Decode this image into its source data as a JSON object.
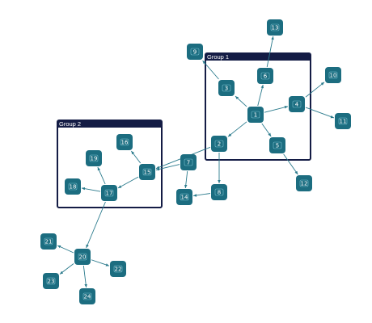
{
  "colors": {
    "node_fill": "#1c6d80",
    "node_stroke": "#8fd3e2",
    "edge": "#2a7a8c",
    "group_border": "#141c45",
    "group_header": "#141c45",
    "group_text": "#ffffff",
    "node_text": "#ffffff"
  },
  "groups": [
    {
      "id": "group-1",
      "title": "Group 1"
    },
    {
      "id": "group-2",
      "title": "Group 2"
    }
  ],
  "nodes": [
    {
      "id": "1",
      "label": "1"
    },
    {
      "id": "2",
      "label": "2"
    },
    {
      "id": "3",
      "label": "3"
    },
    {
      "id": "4",
      "label": "4"
    },
    {
      "id": "5",
      "label": "5"
    },
    {
      "id": "6",
      "label": "6"
    },
    {
      "id": "7",
      "label": "7"
    },
    {
      "id": "8",
      "label": "8"
    },
    {
      "id": "9",
      "label": "9"
    },
    {
      "id": "10",
      "label": "10"
    },
    {
      "id": "11",
      "label": "11"
    },
    {
      "id": "12",
      "label": "12"
    },
    {
      "id": "13",
      "label": "13"
    },
    {
      "id": "14",
      "label": "14"
    },
    {
      "id": "15",
      "label": "15"
    },
    {
      "id": "16",
      "label": "16"
    },
    {
      "id": "17",
      "label": "17"
    },
    {
      "id": "18",
      "label": "18"
    },
    {
      "id": "19",
      "label": "19"
    },
    {
      "id": "20",
      "label": "20"
    },
    {
      "id": "21",
      "label": "21"
    },
    {
      "id": "22",
      "label": "22"
    },
    {
      "id": "23",
      "label": "23"
    },
    {
      "id": "24",
      "label": "24"
    }
  ],
  "edges": [
    {
      "from": "1",
      "to": "3"
    },
    {
      "from": "1",
      "to": "6"
    },
    {
      "from": "1",
      "to": "4"
    },
    {
      "from": "1",
      "to": "2"
    },
    {
      "from": "1",
      "to": "5"
    },
    {
      "from": "3",
      "to": "9"
    },
    {
      "from": "6",
      "to": "13"
    },
    {
      "from": "4",
      "to": "10"
    },
    {
      "from": "4",
      "to": "11"
    },
    {
      "from": "5",
      "to": "12"
    },
    {
      "from": "2",
      "to": "8"
    },
    {
      "from": "2",
      "to": "15"
    },
    {
      "from": "7",
      "to": "15"
    },
    {
      "from": "7",
      "to": "14"
    },
    {
      "from": "8",
      "to": "14"
    },
    {
      "from": "15",
      "to": "16"
    },
    {
      "from": "15",
      "to": "17"
    },
    {
      "from": "17",
      "to": "19"
    },
    {
      "from": "17",
      "to": "18"
    },
    {
      "from": "17",
      "to": "20"
    },
    {
      "from": "20",
      "to": "21"
    },
    {
      "from": "20",
      "to": "22"
    },
    {
      "from": "20",
      "to": "23"
    },
    {
      "from": "20",
      "to": "24"
    }
  ]
}
